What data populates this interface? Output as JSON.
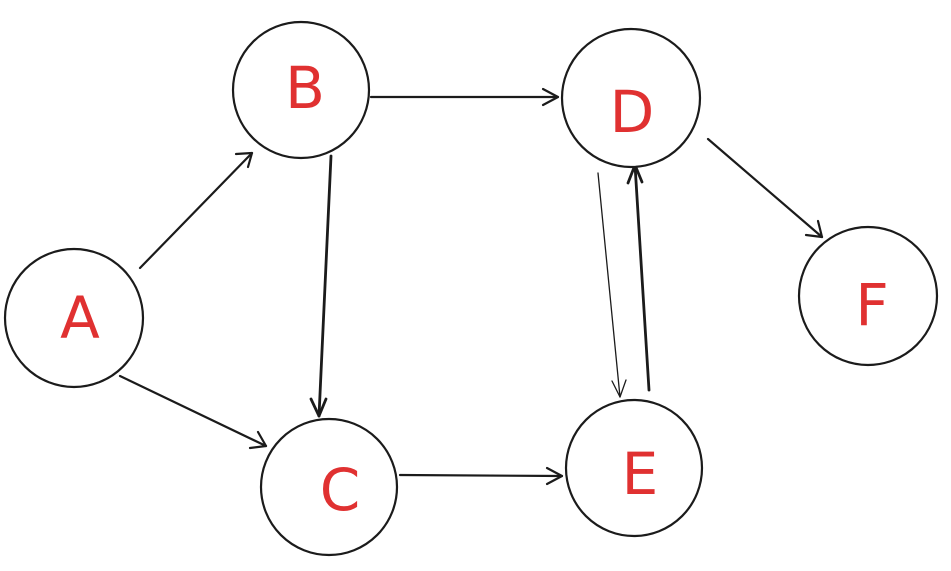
{
  "graph": {
    "nodes": [
      {
        "id": "A",
        "label": "A"
      },
      {
        "id": "B",
        "label": "B"
      },
      {
        "id": "C",
        "label": "C"
      },
      {
        "id": "D",
        "label": "D"
      },
      {
        "id": "E",
        "label": "E"
      },
      {
        "id": "F",
        "label": "F"
      }
    ],
    "edges": [
      {
        "from": "A",
        "to": "B"
      },
      {
        "from": "A",
        "to": "C"
      },
      {
        "from": "B",
        "to": "C"
      },
      {
        "from": "B",
        "to": "D"
      },
      {
        "from": "C",
        "to": "E"
      },
      {
        "from": "D",
        "to": "E"
      },
      {
        "from": "E",
        "to": "D"
      },
      {
        "from": "D",
        "to": "F"
      }
    ]
  },
  "colors": {
    "node_stroke": "#1b1b1b",
    "node_label": "#e03131",
    "edge": "#1b1b1b",
    "background": "#ffffff"
  }
}
